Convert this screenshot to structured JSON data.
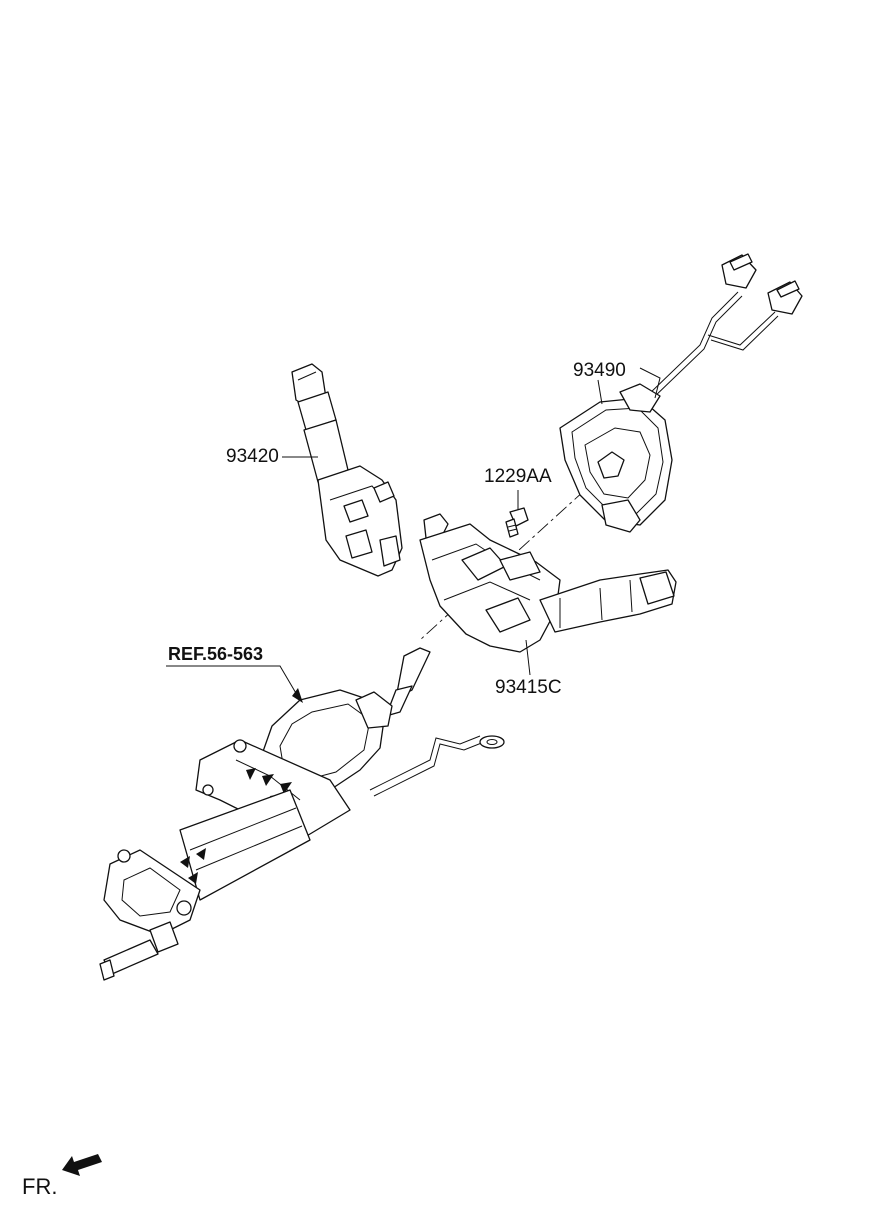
{
  "labels": {
    "part_93490": "93490",
    "part_93420": "93420",
    "part_1229AA": "1229AA",
    "part_93415C": "93415C",
    "ref": "REF.56-563",
    "front": "FR."
  },
  "colors": {
    "line": "#111111",
    "background": "#ffffff"
  },
  "icons": {
    "direction_arrow": "arrow-down-left-icon"
  }
}
